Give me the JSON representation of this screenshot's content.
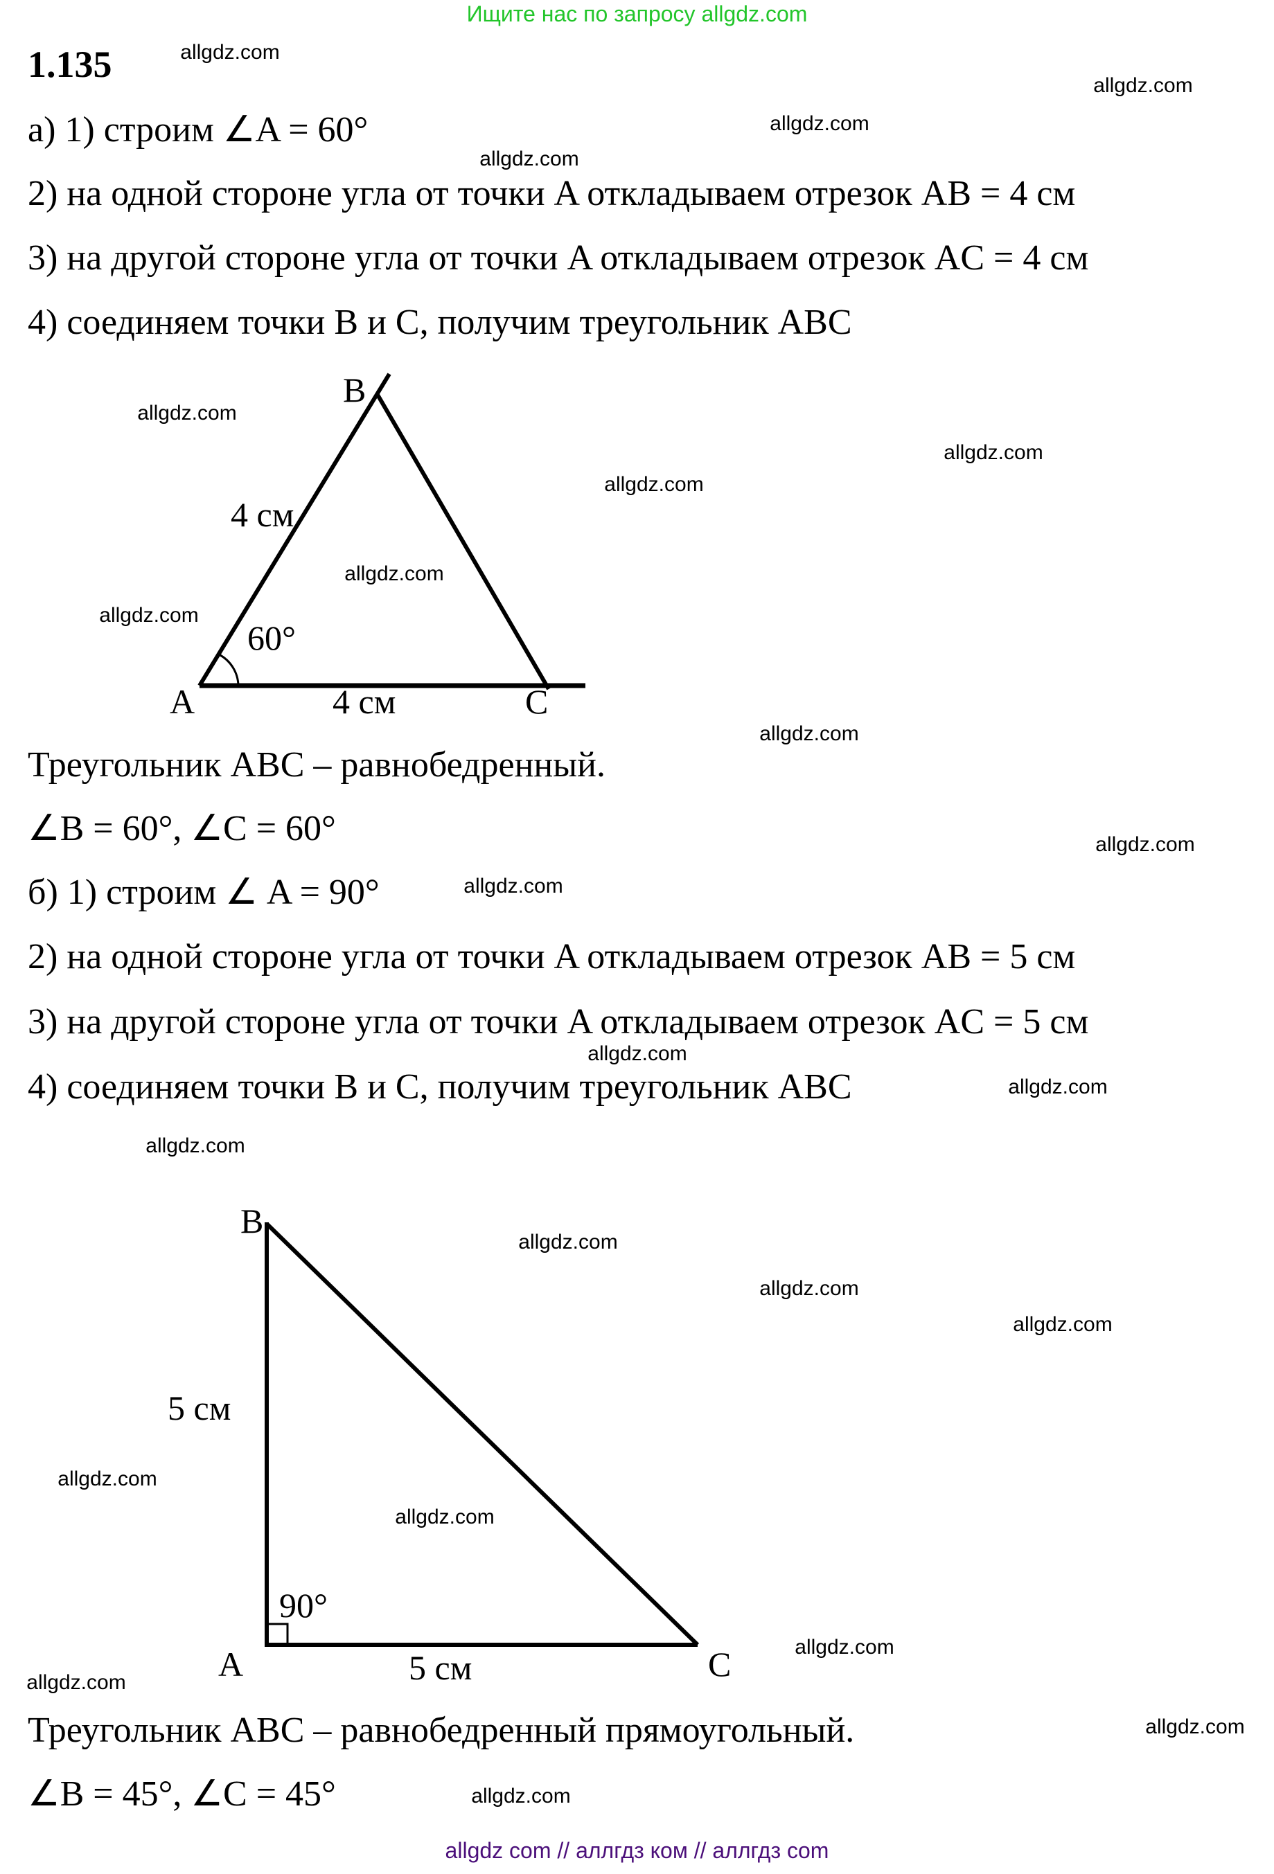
{
  "header": {
    "text": "Ищите нас по запросу allgdz.com",
    "color": "#22c52a"
  },
  "problem_number": "1.135",
  "part_a": {
    "steps": [
      "а) 1) строим ∠A = 60°",
      "2) на одной стороне угла от точки A откладываем отрезок AB = 4 см",
      "3) на другой стороне угла от точки A откладываем отрезок AC = 4 см",
      "4) соединяем точки B и C, получим треугольник ABC"
    ],
    "figure": {
      "vertex_a": "A",
      "vertex_b": "B",
      "vertex_c": "C",
      "side_ab": "4 см",
      "side_ac": "4 см",
      "angle_a": "60°"
    },
    "conclusion": "Треугольник ABC – равнобедренный.",
    "angles": "∠B = 60°, ∠C = 60°"
  },
  "part_b": {
    "steps": [
      "б) 1) строим ∠ A = 90°",
      "2) на одной стороне угла от точки A откладываем отрезок AB = 5 см",
      "3) на другой стороне угла от точки A откладываем отрезок AC = 5 см",
      "4) соединяем точки B и C, получим треугольник ABC"
    ],
    "figure": {
      "vertex_a": "A",
      "vertex_b": "B",
      "vertex_c": "C",
      "side_ab": "5 см",
      "side_ac": "5 см",
      "angle_a": "90°"
    },
    "conclusion": "Треугольник ABC – равнобедренный прямоугольный.",
    "angles": "∠B = 45°, ∠C = 45°"
  },
  "watermark": "allgdz.com",
  "footer": {
    "text": "allgdz com  //  аллгдз ком  //  аллгдз com",
    "color": "#4b0f7a"
  }
}
